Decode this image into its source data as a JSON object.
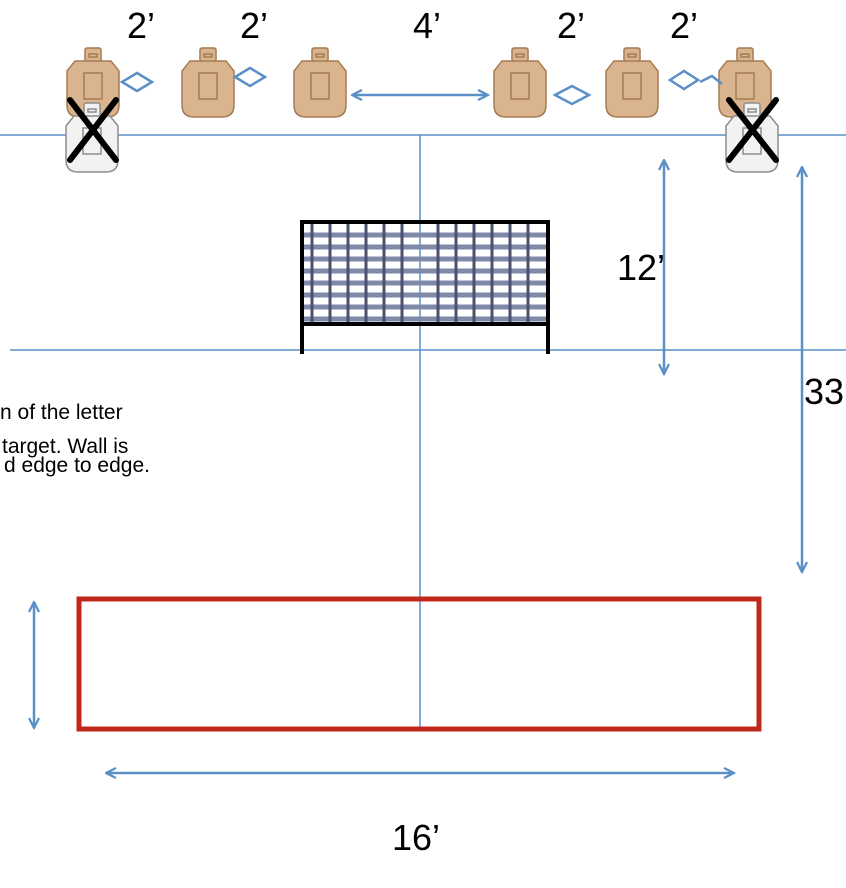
{
  "colors": {
    "guide_line": "#5b8fc7",
    "dimension_arrow": "#5b8fc7",
    "target_fill": "#d9b48f",
    "target_stroke": "#a67c52",
    "no_shoot_fill": "#f2f2f2",
    "no_shoot_mark": "#000000",
    "wall_frame": "#000000",
    "wall_slat": "#7f8aa8",
    "shooting_box": "#c0281b"
  },
  "icons": {
    "target": "steel-silhouette-target-icon",
    "no_shoot": "no-shoot-target-icon",
    "wall": "barricade-wall-icon"
  },
  "targets": [
    {
      "kind": "no_shoot"
    },
    {
      "kind": "shoot"
    },
    {
      "kind": "shoot"
    },
    {
      "kind": "shoot"
    },
    {
      "kind": "shoot"
    },
    {
      "kind": "no_shoot"
    }
  ],
  "dimensions": {
    "gap_1": "2’",
    "gap_2": "2’",
    "gap_3": "4’",
    "gap_4": "2’",
    "gap_5": "2’",
    "wall_to_targets": "12’",
    "box_to_targets": "33",
    "box_width": "16’"
  },
  "note": {
    "line1": "n of the letter",
    "line2": "target.  Wall is",
    "line3": "d edge to edge."
  }
}
